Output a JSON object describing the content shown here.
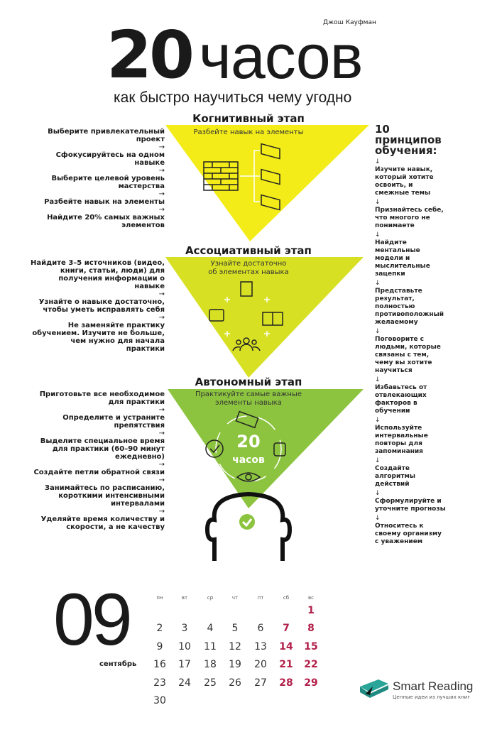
{
  "header": {
    "number": "20",
    "word": "часов",
    "author": "Джош Кауфман",
    "subtitle": "как быстро научиться чему угодно"
  },
  "colors": {
    "stage1": "#f3ec19",
    "stage2": "#d7e022",
    "stage3": "#8cc43f",
    "weekend": "#b3204a",
    "logo": "#2aa59a"
  },
  "stages": [
    {
      "title": "Когнитивный этап",
      "sub": [
        "Разбейте навык на элементы"
      ],
      "steps": [
        "Выберите привлекательный проект",
        "Сфокусируйтесь на одном навыке",
        "Выберите целевой уровень мастерства",
        "Разбейте навык на элементы",
        "Найдите 20% самых важных элементов"
      ]
    },
    {
      "title": "Ассоциативный этап",
      "sub": [
        "Узнайте достаточно",
        "об элементах навыка"
      ],
      "steps": [
        "Найдите 3–5 источников (видео, книги, статьи, люди) для получения информации о навыке",
        "Узнайте о навыке достаточно, чтобы уметь исправлять себя",
        "Не заменяйте практику обучением. Изучите не больше, чем нужно для начала практики"
      ]
    },
    {
      "title": "Автономный этап",
      "sub": [
        "Практикуйте самые важные",
        "элементы навыка"
      ],
      "center_number": "20",
      "center_word": "часов",
      "steps": [
        "Приготовьте все необходимое для практики",
        "Определите и устраните препятствия",
        "Выделите специальное время для практики (60–90 минут ежедневно)",
        "Создайте петли обратной связи",
        "Занимайтесь по расписанию, короткими интенсивными интервалами",
        "Уделяйте время количеству и скорости, а не качеству"
      ]
    }
  ],
  "arrow_right": "→",
  "arrow_down": "↓",
  "principles": {
    "title": "10 принципов обучения:",
    "items": [
      "Изучите навык, который хотите освоить, и смежные темы",
      "Признайтесь себе, что многого не понимаете",
      "Найдите ментальные модели и мыслительные зацепки",
      "Представьте результат, полностью противоположный желаемому",
      "Поговорите с людьми, которые связаны с тем, чему вы хотите научиться",
      "Избавьтесь от отвлекающих факторов в обучении",
      "Используйте интервальные повторы для запоминания",
      "Создайте алгоритмы действий",
      "Сформулируйте и уточните прогнозы",
      "Относитесь к своему организму с уважением"
    ]
  },
  "calendar": {
    "month_number": "09",
    "month_name": "сентябрь",
    "weekdays": [
      "пн",
      "вт",
      "ср",
      "чт",
      "пт",
      "сб",
      "вс"
    ],
    "first_weekday_index": 6,
    "days": 30
  },
  "logo": {
    "name": "Smart Reading",
    "tagline": "Ценные идеи из лучших книг"
  }
}
